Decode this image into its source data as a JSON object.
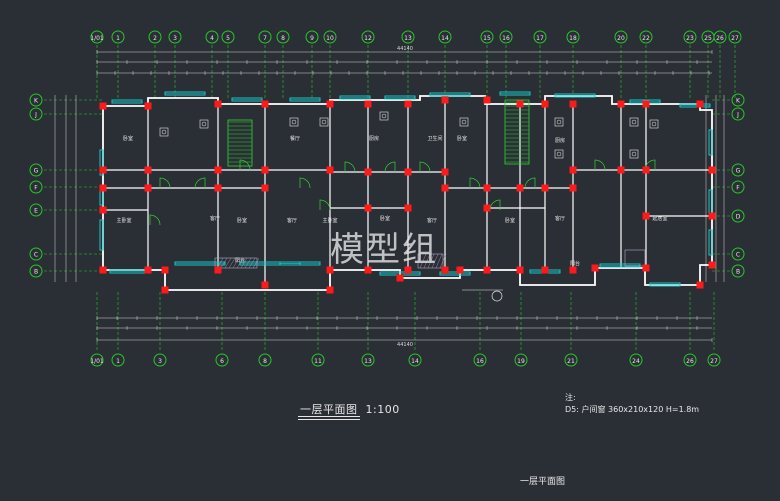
{
  "drawing": {
    "title": "一层平面图",
    "scale": "1:100",
    "caption": "一层平面图",
    "watermark": "模型组",
    "note_label": "注:",
    "note_text": "D5: 户间窗 360x210x120  H=1.8m",
    "total_dim": "44140"
  },
  "axes_top": [
    "1/01",
    "1",
    "2",
    "3",
    "4",
    "5",
    "7",
    "8",
    "9",
    "10",
    "12",
    "13",
    "14",
    "15",
    "16",
    "17",
    "18",
    "20",
    "22",
    "23",
    "25",
    "26",
    "27"
  ],
  "axes_bottom": [
    "1/01",
    "1",
    "3",
    "6",
    "8",
    "11",
    "13",
    "14",
    "16",
    "19",
    "21",
    "24",
    "26",
    "27"
  ],
  "axes_left": [
    "K",
    "J",
    "G",
    "F",
    "E",
    "C",
    "B"
  ],
  "axes_right": [
    "K",
    "J",
    "G",
    "F",
    "D",
    "C",
    "B"
  ],
  "rooms": [
    "卧室",
    "客厅",
    "餐厅",
    "卧室",
    "主卧室",
    "客厅",
    "厨房",
    "卫生间",
    "主卧室",
    "客厅",
    "卧室",
    "卧室",
    "卧室",
    "客厅",
    "厨房",
    "阳台",
    "阳台",
    "起居室"
  ],
  "colors": {
    "background": "#2a2e35",
    "wall": "#ffffff",
    "column": "#ff1a1a",
    "window": "#18c8c8",
    "door": "#32d232",
    "axis": "#28c828",
    "label": "#e6e6e6",
    "dim": "#d8d8d8",
    "hatch": "#b8a6c8"
  }
}
